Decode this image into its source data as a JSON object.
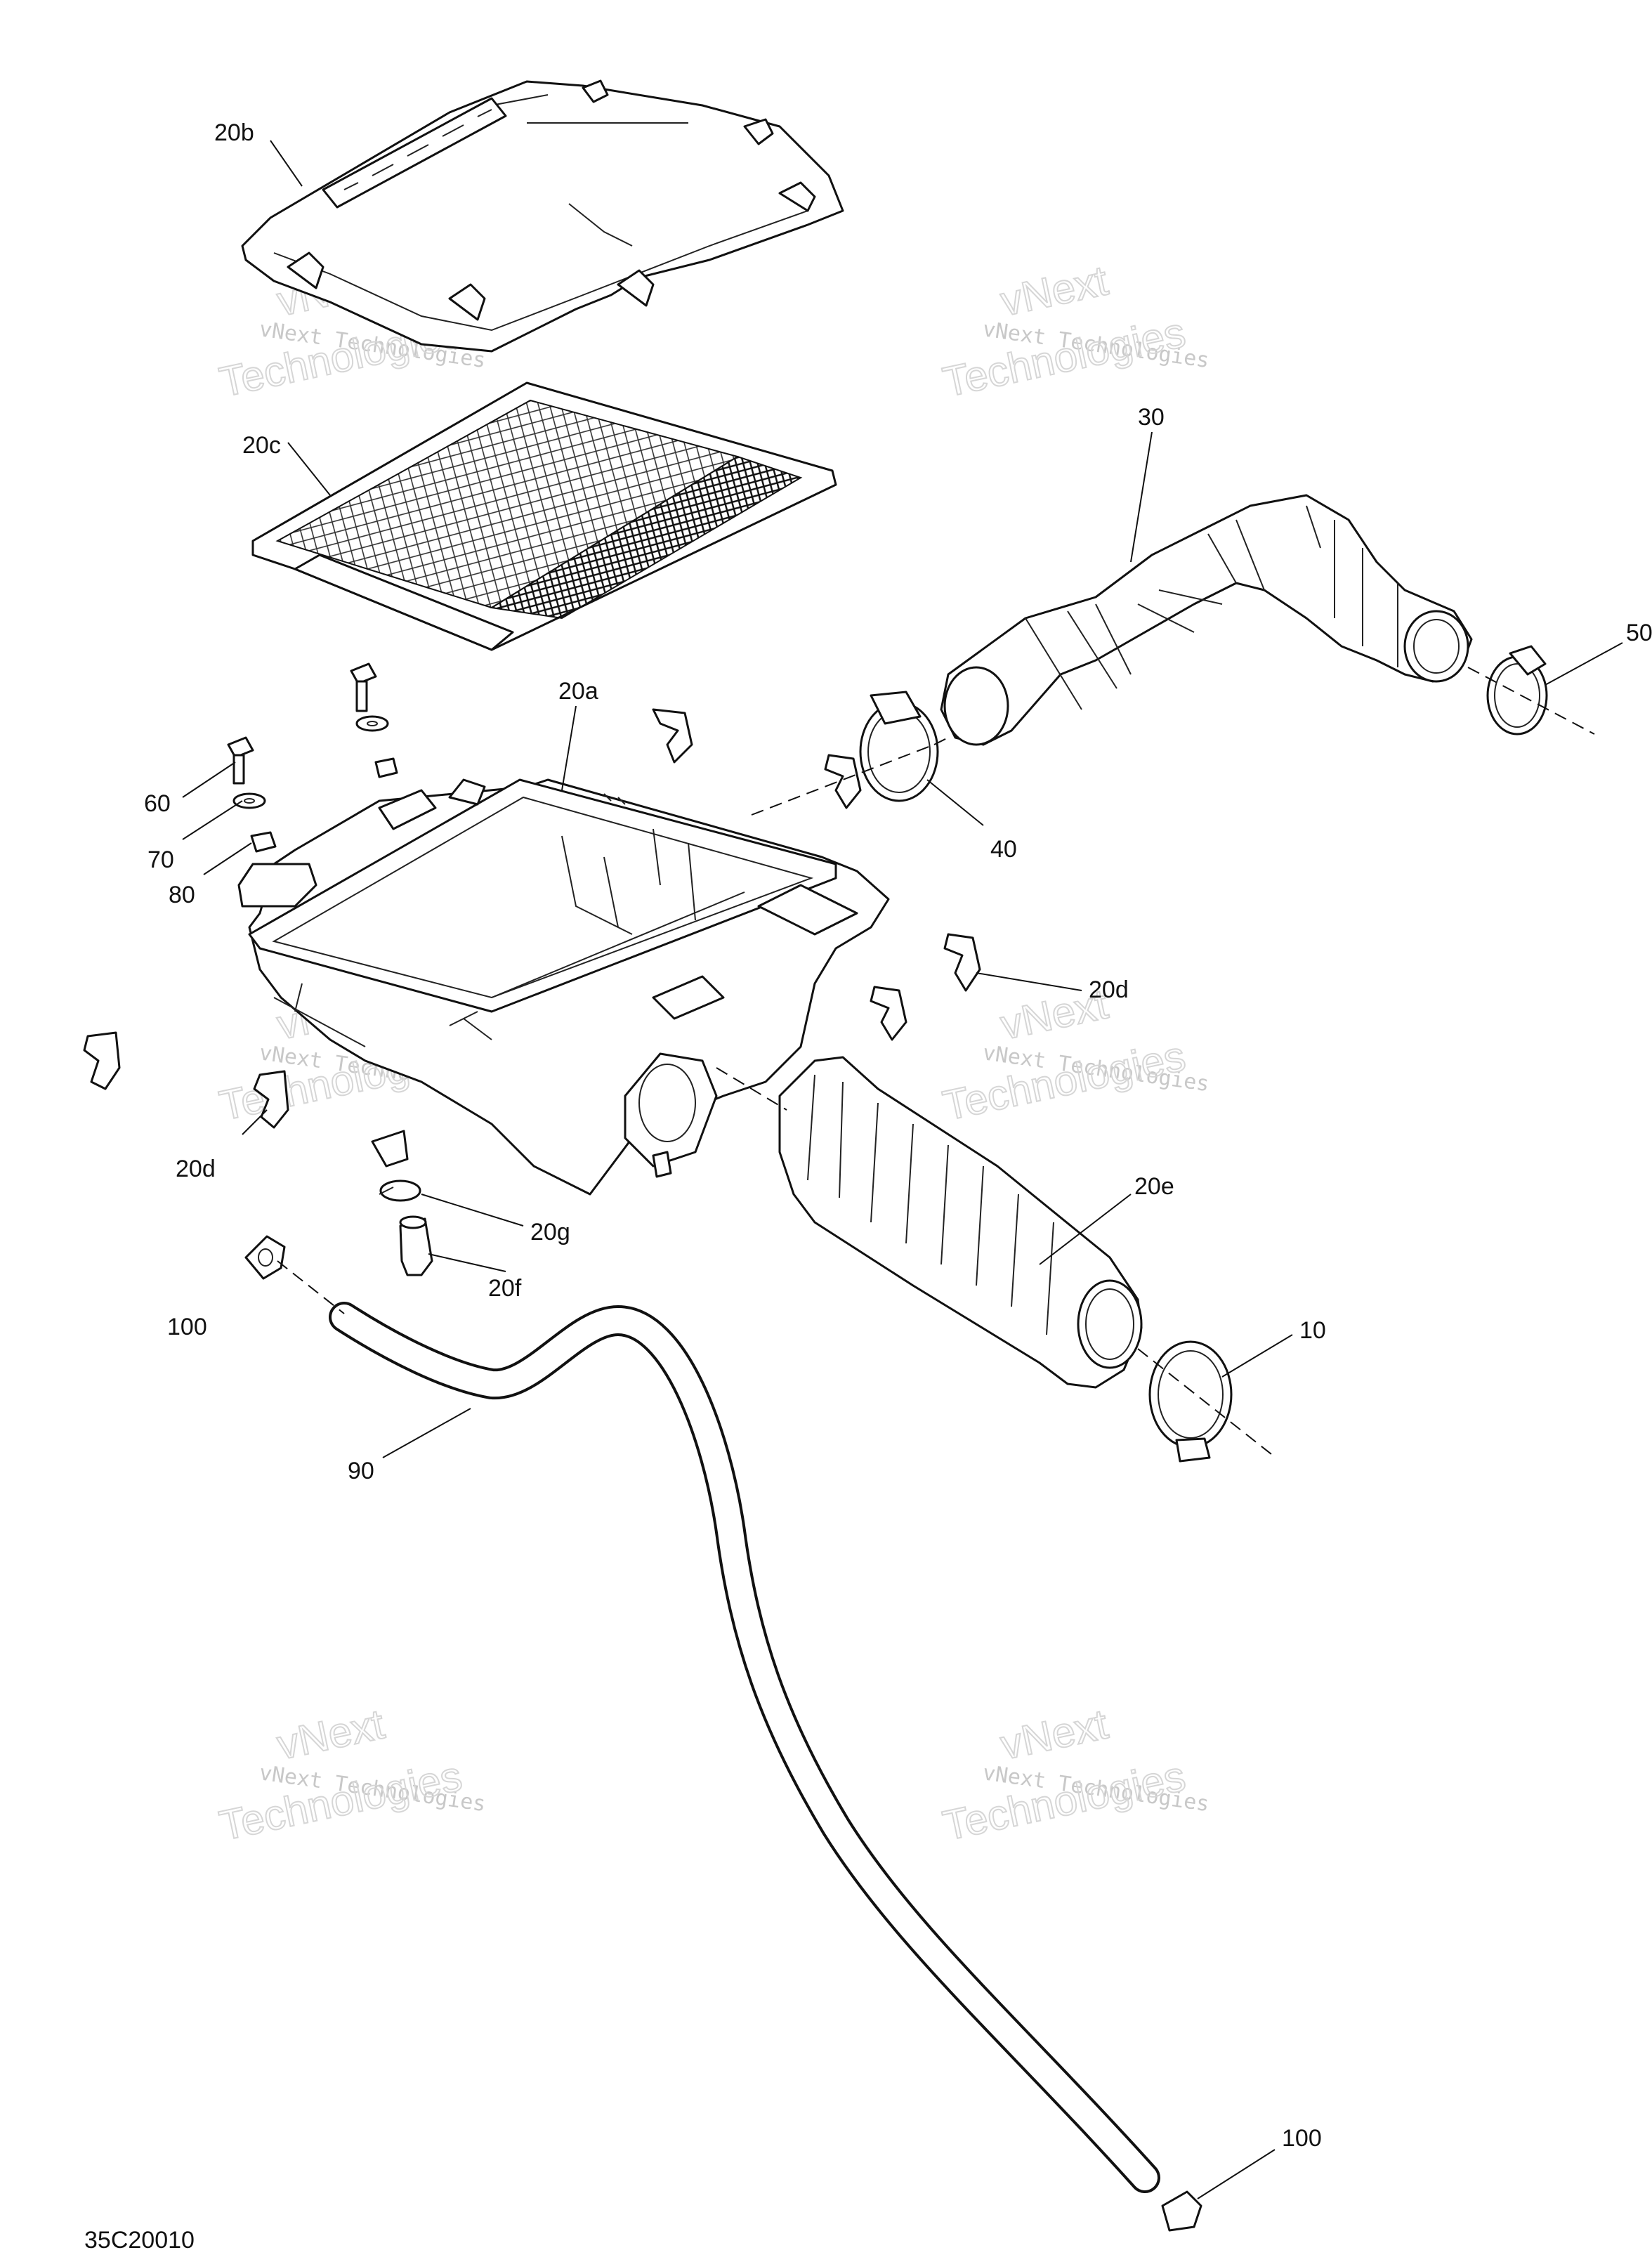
{
  "diagram_id": "35C20010",
  "watermark": {
    "line1": "vNext Technologies",
    "line2": "vNext",
    "line3": "Technologies"
  },
  "callouts": {
    "c20b": "20b",
    "c20c": "20c",
    "c20a": "20a",
    "c30": "30",
    "c50": "50",
    "c40": "40",
    "c60": "60",
    "c70": "70",
    "c80": "80",
    "c20d_right": "20d",
    "c20d_left": "20d",
    "c20g": "20g",
    "c20f": "20f",
    "c20e": "20e",
    "c10": "10",
    "c100_top": "100",
    "c90": "90",
    "c100_bottom": "100"
  }
}
